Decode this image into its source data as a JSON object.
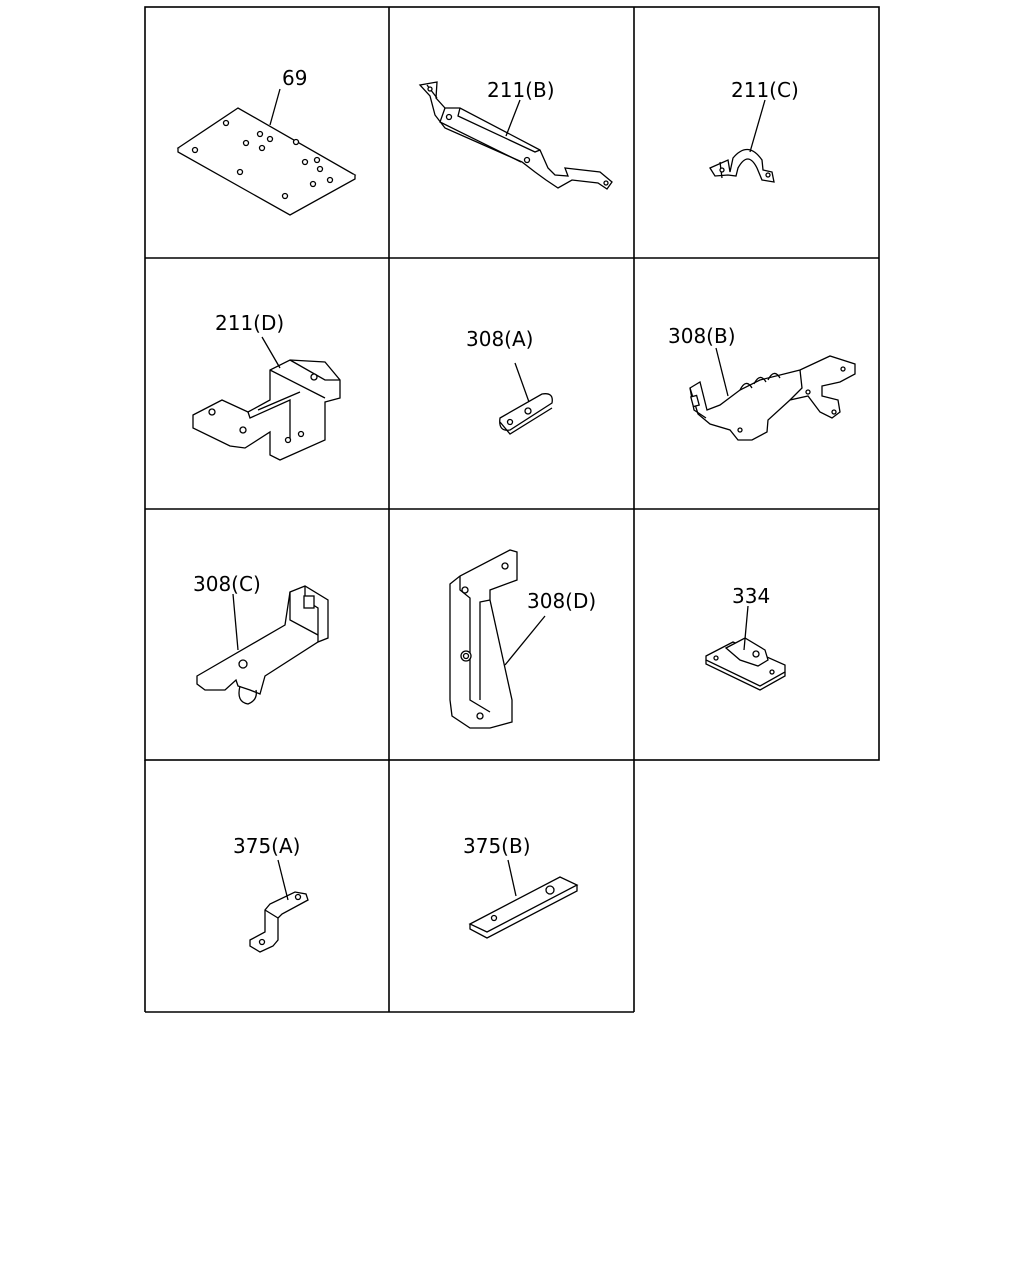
{
  "parts": [
    {
      "id": "p69",
      "label": "69"
    },
    {
      "id": "p211b",
      "label": "211(B)"
    },
    {
      "id": "p211c",
      "label": "211(C)"
    },
    {
      "id": "p211d",
      "label": "211(D)"
    },
    {
      "id": "p308a",
      "label": "308(A)"
    },
    {
      "id": "p308b",
      "label": "308(B)"
    },
    {
      "id": "p308c",
      "label": "308(C)"
    },
    {
      "id": "p308d",
      "label": "308(D)"
    },
    {
      "id": "p334",
      "label": "334"
    },
    {
      "id": "p375a",
      "label": "375(A)"
    },
    {
      "id": "p375b",
      "label": "375(B)"
    }
  ]
}
